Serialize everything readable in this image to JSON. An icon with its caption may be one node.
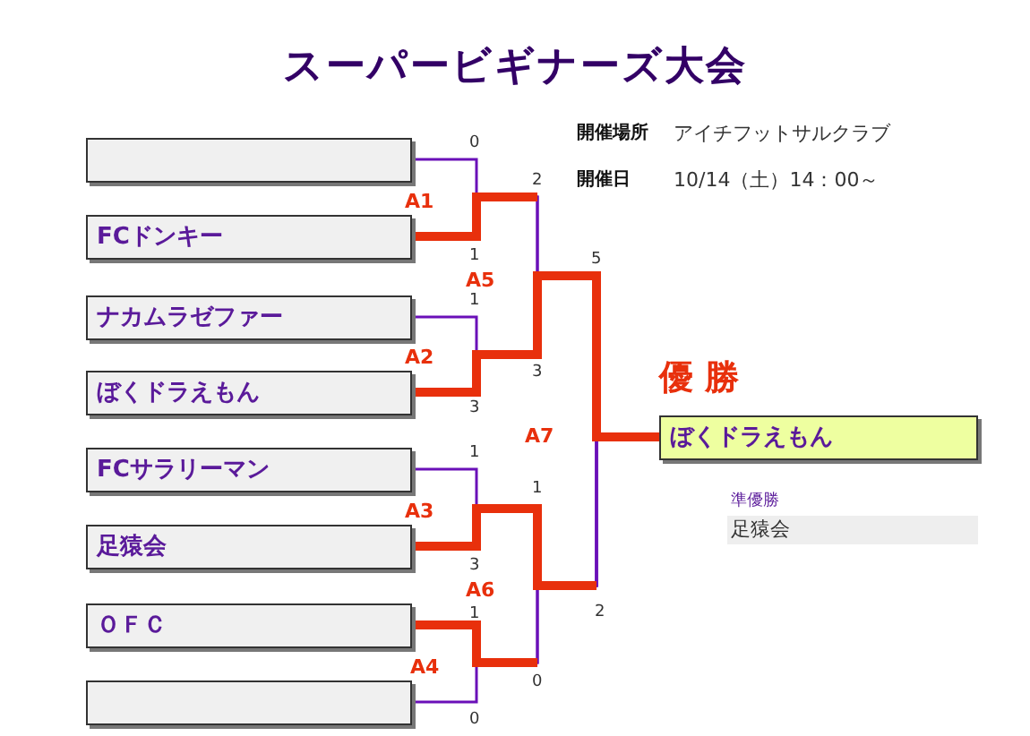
{
  "diagram": {
    "title": "スーパービギナーズ大会",
    "nodes": [
      {
        "text": [],
        "shape": "box"
      },
      {
        "text": [
          "FCドンキー"
        ]
      },
      {
        "text": [
          "ナカムラゼファー"
        ]
      },
      {
        "text": [
          "ぼくドラえもん"
        ]
      },
      {
        "text": [
          "FCサラリーマン"
        ]
      },
      {
        "text": [
          "足猿会"
        ]
      },
      {
        "text": [
          "ＯＦＣ"
        ]
      },
      {
        "text": [],
        "shape": "box"
      },
      {
        "text": [
          "優 勝",
          "ぼくドラえもん"
        ]
      },
      {
        "text": [
          "準優勝",
          "足猿会"
        ]
      }
    ],
    "edges": [
      {
        "from": 0,
        "to": 8,
        "arrow": "none"
      },
      {
        "from": 1,
        "to": 8,
        "arrow": "none"
      },
      {
        "from": 2,
        "to": 8,
        "arrow": "none"
      },
      {
        "from": 3,
        "to": 8,
        "arrow": "none",
        "style": "thick",
        "color": "#e8300c"
      },
      {
        "from": 4,
        "to": 8,
        "arrow": "none"
      },
      {
        "from": 5,
        "to": 8,
        "arrow": "none"
      },
      {
        "from": 6,
        "to": 8,
        "arrow": "none"
      },
      {
        "from": 7,
        "to": 8,
        "arrow": "none"
      }
    ],
    "labels": [
      "開催場所",
      "アイチフットサルクラブ",
      "開催日",
      "10/14（土）14：00～",
      "0",
      "1",
      "1",
      "3",
      "1",
      "3",
      "1",
      "0",
      "2",
      "3",
      "1",
      "0",
      "5",
      "2",
      "A1",
      "A2",
      "A3",
      "A4",
      "A5",
      "A6",
      "A7"
    ]
  }
}
